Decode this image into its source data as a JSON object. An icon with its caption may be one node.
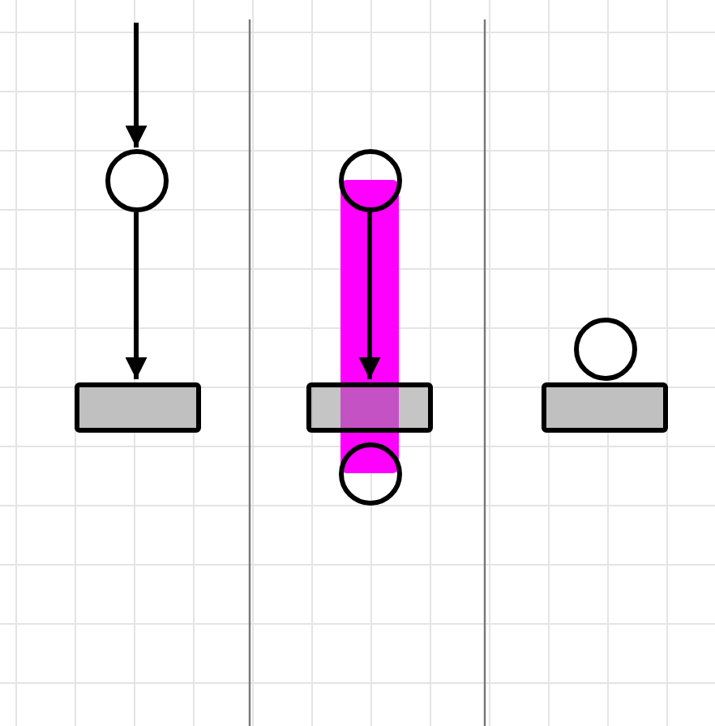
{
  "diagram": {
    "nodes": [
      {
        "text": [],
        "shape": "circle"
      },
      {
        "text": [],
        "shape": "bar"
      },
      {
        "text": [],
        "shape": "circle"
      },
      {
        "text": [],
        "shape": "bar"
      },
      {
        "text": [],
        "shape": "circle"
      },
      {
        "text": [],
        "shape": "circle"
      },
      {
        "text": [],
        "shape": "bar"
      }
    ],
    "edges": [
      {
        "from": null,
        "to": 0,
        "arrow": "to"
      },
      {
        "from": 0,
        "to": 1,
        "arrow": "to"
      },
      {
        "from": 2,
        "to": 3,
        "arrow": "to"
      }
    ]
  }
}
